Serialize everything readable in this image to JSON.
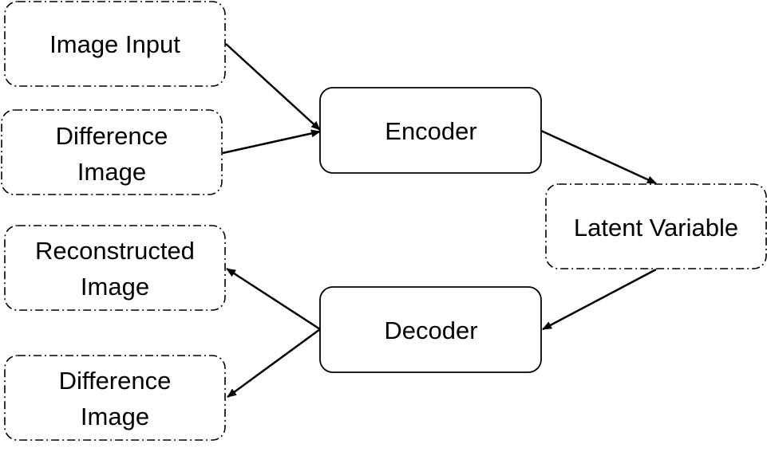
{
  "nodes": {
    "image_input": {
      "lines": [
        "Image Input"
      ],
      "style": "dashdot"
    },
    "difference_image_in": {
      "lines": [
        "Difference",
        "Image"
      ],
      "style": "dashdot"
    },
    "encoder": {
      "lines": [
        "Encoder"
      ],
      "style": "solid"
    },
    "latent_variable": {
      "lines": [
        "Latent Variable"
      ],
      "style": "dashdot"
    },
    "decoder": {
      "lines": [
        "Decoder"
      ],
      "style": "solid"
    },
    "reconstructed_image": {
      "lines": [
        "Reconstructed",
        "Image"
      ],
      "style": "dashdot"
    },
    "difference_image_out": {
      "lines": [
        "Difference",
        "Image"
      ],
      "style": "dashdot"
    }
  },
  "edges": [
    {
      "from": "image_input",
      "to": "encoder"
    },
    {
      "from": "difference_image_in",
      "to": "encoder"
    },
    {
      "from": "encoder",
      "to": "latent_variable"
    },
    {
      "from": "latent_variable",
      "to": "decoder"
    },
    {
      "from": "decoder",
      "to": "reconstructed_image"
    },
    {
      "from": "decoder",
      "to": "difference_image_out"
    }
  ]
}
